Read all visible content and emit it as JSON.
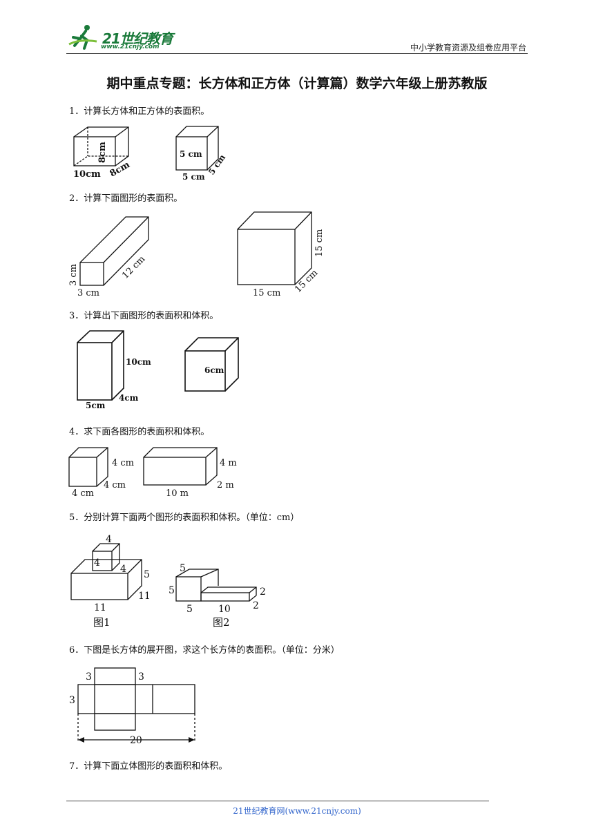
{
  "header": {
    "logo_text": "21世纪教育",
    "logo_url": "www.21cnjy.com",
    "platform": "中小学教育资源及组卷应用平台"
  },
  "title": "期中重点专题：长方体和正方体（计算篇）数学六年级上册苏教版",
  "questions": [
    {
      "text": "1．计算长方体和正方体的表面积。",
      "labels": {
        "a1": "8cm",
        "a2": "10cm",
        "a3": "8cm",
        "b1": "5 cm",
        "b2": "5 cm",
        "b3": "5 cm"
      }
    },
    {
      "text": "2．计算下面图形的表面积。",
      "labels": {
        "a1": "3 cm",
        "a2": "3 cm",
        "a3": "12 cm",
        "b1": "15 cm",
        "b2": "15 cm",
        "b3": "15 cm"
      }
    },
    {
      "text": "3．计算出下面图形的表面积和体积。",
      "labels": {
        "a1": "10cm",
        "a2": "5cm",
        "a3": "4cm",
        "b1": "6cm"
      }
    },
    {
      "text": "4．求下面各图形的表面积和体积。",
      "labels": {
        "a1": "4 cm",
        "a2": "4 cm",
        "a3": "4 cm",
        "b1": "4 m",
        "b2": "2 m",
        "b3": "10 m"
      }
    },
    {
      "text": "5．分别计算下面两个图形的表面积和体积。（单位：cm）",
      "labels": {
        "a_top": "4",
        "a_left": "4",
        "a_right": "4",
        "a_h": "5",
        "a_w": "11",
        "a_d": "11",
        "a_cap": "图1",
        "b_top": "5",
        "b_left": "5",
        "b_w1": "5",
        "b_w2": "10",
        "b_h2": "2",
        "b_d2": "2",
        "b_cap": "图2"
      }
    },
    {
      "text": "6．下图是长方体的展开图，求这个长方体的表面积。（单位：分米）",
      "labels": {
        "n1": "3",
        "n2": "3",
        "n3": "3",
        "n_total": "20"
      }
    },
    {
      "text": "7．计算下面立体图形的表面积和体积。"
    }
  ],
  "footer": "21世纪教育网(www.21cnjy.com)"
}
